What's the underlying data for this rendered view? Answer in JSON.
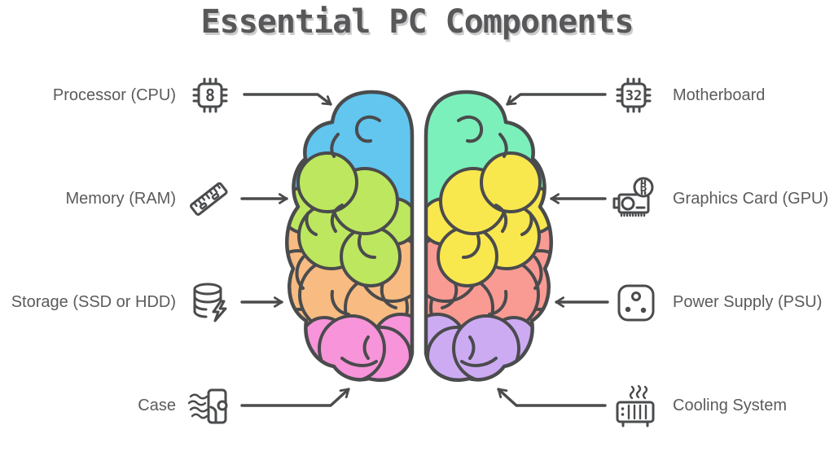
{
  "title": "Essential PC Components",
  "left_items": [
    {
      "label": "Processor (CPU)",
      "icon": "cpu-chip-icon",
      "chip_text": "8"
    },
    {
      "label": "Memory (RAM)",
      "icon": "ram-stick-icon"
    },
    {
      "label": "Storage (SSD or HDD)",
      "icon": "database-storage-icon"
    },
    {
      "label": "Case",
      "icon": "pc-case-airflow-icon"
    }
  ],
  "right_items": [
    {
      "label": "Motherboard",
      "icon": "motherboard-chip-icon",
      "chip_text": "32"
    },
    {
      "label": "Graphics Card (GPU)",
      "icon": "gpu-card-icon",
      "coin_symbol": "B"
    },
    {
      "label": "Power Supply (PSU)",
      "icon": "psu-outlet-icon"
    },
    {
      "label": "Cooling System",
      "icon": "radiator-cooling-icon"
    }
  ],
  "brain": {
    "left_region_colors_top_to_bottom": [
      "blue",
      "lime",
      "orange",
      "pink"
    ],
    "right_region_colors_top_to_bottom": [
      "mint",
      "yellow",
      "salmon",
      "purple"
    ]
  },
  "colors": {
    "blue": "#62C6EF",
    "mint": "#7CF0BB",
    "lime": "#BDE75E",
    "yellow": "#F9E74E",
    "orange": "#F8BB82",
    "salmon": "#F99B93",
    "pink": "#F894D9",
    "purple": "#CDABF2",
    "outline": "#4A4B4D",
    "label": "#5B5B5B",
    "title": "#58585A",
    "title_shadow": "#CBCBCB"
  }
}
